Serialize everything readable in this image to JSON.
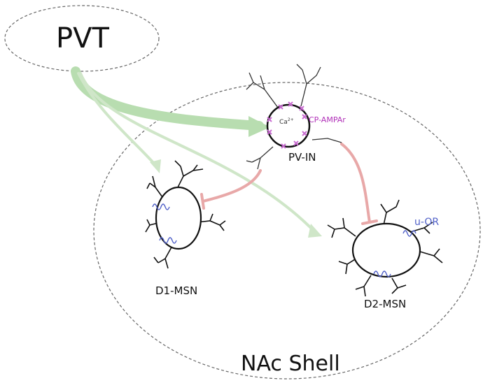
{
  "regions": {
    "pvt": "PVT",
    "nac_shell": "NAc Shell"
  },
  "cells": {
    "pv_in": "PV-IN",
    "d1_msn": "D1-MSN",
    "d2_msn": "D2-MSN"
  },
  "annotations": {
    "cp_ampar": "CP-AMPAr",
    "calcium": "Ca",
    "calcium_charge": "2+",
    "u_or": "u-OR"
  },
  "colors": {
    "excitatory_projection": "#cfe6c8",
    "strong_projection": "#b8ddb0",
    "inhibitory_projection": "#e8a8a8",
    "ampa_receptor": "#c86ad0",
    "opioid_receptor": "#5060c8",
    "cell_outline": "#111111",
    "region_outline": "#666666"
  }
}
